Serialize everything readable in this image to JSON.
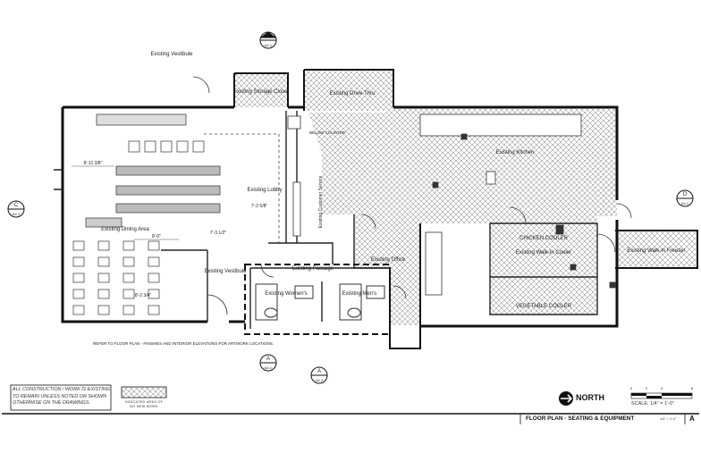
{
  "rooms": {
    "vestibule_top": "Existing Vestibule",
    "storage_closet": "Existing Storage Closet",
    "drive_thru": "Existing Drive-Thru",
    "kitchen": "Existing Kitchen",
    "lobby": "Existing Lobby",
    "customer_service": "Existing Customer Service",
    "dining_area": "Existing Dining Area",
    "vestibule_bottom": "Existing Vestibule",
    "passage": "Existing Passage",
    "womens": "Existing Women's",
    "mens": "Existing Men's",
    "office": "Existing Office",
    "chicken_cooler": "CHICKEN COOLER",
    "walk_in_cooler": "Existing Walk-In Cooler",
    "walk_in_freezer": "Existing Walk-In Freezer",
    "vegetable_cooler": "VEGETABLE COOLER",
    "below_counter": "BELOW COUNTER"
  },
  "dimensions": {
    "d1": "8'-11 3/8\"",
    "d2": "8'-0\"",
    "d3": "7'-2 5/8\"",
    "d4": "8'-2 3/4\"",
    "d5": "7'-3 1/2\""
  },
  "section_markers": {
    "top": {
      "letter": "B",
      "sheet": "A4.1"
    },
    "left": {
      "letter": "C",
      "sheet": "A4.1"
    },
    "right": {
      "letter": "D",
      "sheet": "A4.1"
    },
    "bottom_a": {
      "letter": "A",
      "sheet": "A4.1"
    },
    "bottom_b": {
      "letter": "A",
      "sheet": "A4.2"
    }
  },
  "notes": {
    "refer": "REFER TO FLOOR PLAN - FINISHES AND INTERIOR ELEVATIONS FOR ARTWORK LOCATIONS.",
    "construction": "ALL CONSTRUCTION / WORK IS EXISTING TO REMAIN UNLESS NOTED OR SHOWN OTHERWISE ON THE DRAWINGS.",
    "legend": "INDICATED AREA OF NO NEW WORK"
  },
  "north_label": "NORTH",
  "scale_label": "SCALE: 1/4\" = 1'-0\"",
  "scale_ticks": [
    "0",
    "2",
    "4",
    "8"
  ],
  "sheet_title": "FLOOR PLAN - SEATING & EQUIPMENT",
  "sheet_scale": "1/4\" = 1'-0\"",
  "sheet_id": "A"
}
